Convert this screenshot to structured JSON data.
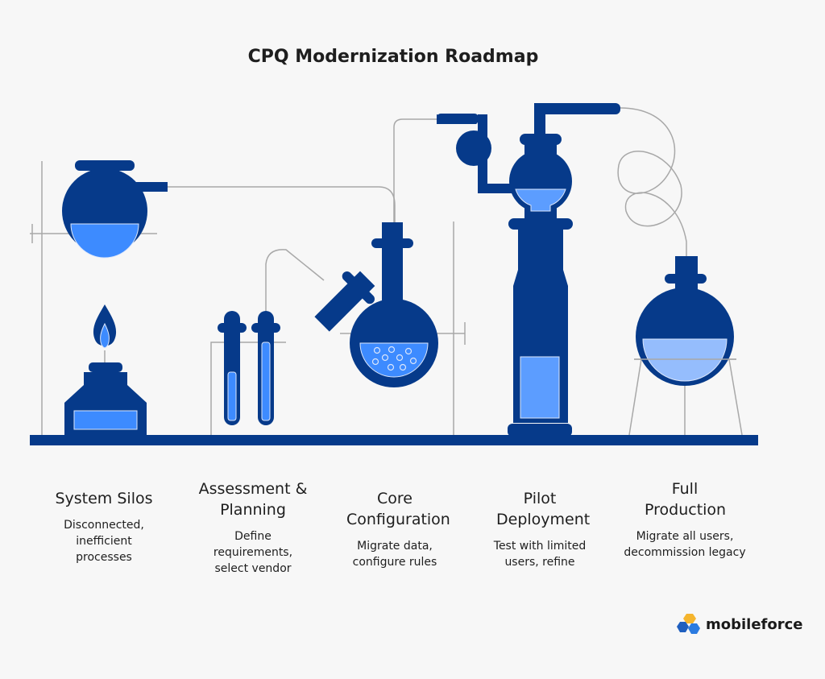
{
  "title": "CPQ Modernization Roadmap",
  "stages": [
    {
      "name": "System Silos",
      "description": "Disconnected, inefficient processes"
    },
    {
      "name": "Assessment & Planning",
      "description": "Define requirements, select vendor"
    },
    {
      "name": "Core Configuration",
      "description": "Migrate data, configure rules"
    },
    {
      "name": "Pilot Deployment",
      "description": "Test with limited users, refine"
    },
    {
      "name": "Full Production",
      "description": "Migrate all users, decommission legacy"
    }
  ],
  "brand": {
    "name": "mobileforce"
  },
  "colors": {
    "navy": "#063a8a",
    "blue": "#3d8bff",
    "mid_blue": "#5c9dff",
    "pale_blue": "#95bdfd",
    "line": "#a8a8a8",
    "background": "#f7f7f7"
  }
}
